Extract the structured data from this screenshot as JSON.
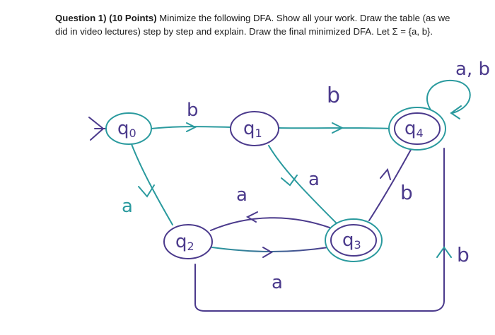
{
  "question": {
    "label": "Question 1) (10 Points)",
    "line1": " Minimize the following DFA. Show all your work. Draw the table (as we",
    "line2": "did in video lectures) step by step and explain. Draw the final minimized DFA. Let Σ = {a, b}."
  },
  "diagram": {
    "states": [
      {
        "id": "q0",
        "base": "q",
        "sub": "0",
        "accepting": false,
        "start": true
      },
      {
        "id": "q1",
        "base": "q",
        "sub": "1",
        "accepting": false
      },
      {
        "id": "q2",
        "base": "q",
        "sub": "2",
        "accepting": false
      },
      {
        "id": "q3",
        "base": "q",
        "sub": "3",
        "accepting": true
      },
      {
        "id": "q4",
        "base": "q",
        "sub": "4",
        "accepting": true
      }
    ],
    "transitions": [
      {
        "from": "q0",
        "to": "q1",
        "label": "b"
      },
      {
        "from": "q0",
        "to": "q2",
        "label": "a"
      },
      {
        "from": "q1",
        "to": "q4",
        "label": "b"
      },
      {
        "from": "q1",
        "to": "q3",
        "label": "a"
      },
      {
        "from": "q3",
        "to": "q2",
        "label": "a"
      },
      {
        "from": "q2",
        "to": "q3",
        "label": "a"
      },
      {
        "from": "q3",
        "to": "q4",
        "label": "b"
      },
      {
        "from": "q2",
        "to": "q4",
        "label": "b"
      },
      {
        "from": "q4",
        "to": "q4",
        "label": "a, b"
      }
    ],
    "colors": {
      "teal": "#2a9a9e",
      "purple": "#4b3a8c",
      "ink": "#3d3f8f"
    }
  }
}
